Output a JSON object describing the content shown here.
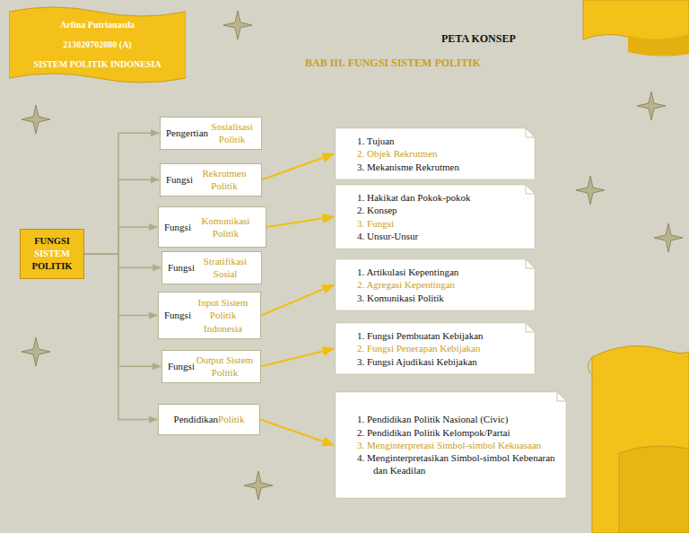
{
  "diagram": {
    "title": "PETA KONSEP",
    "nodes": [
      {
        "text": [
          "Arfina Putrianasda",
          "213020702080 (A)",
          "SISTEM POLITIK INDONESIA"
        ]
      },
      {
        "text": [
          "FUNGSI",
          "SISTEM",
          "POLITIK"
        ]
      },
      {
        "text": [
          "Pengertian",
          "Sosialisasi Politik"
        ]
      },
      {
        "text": [
          "Fungsi",
          "Rekrutmen Politik"
        ]
      },
      {
        "text": [
          "Fungsi",
          "Komunikasi Politik"
        ]
      },
      {
        "text": [
          "Fungsi",
          "Stratifikasi Sosial"
        ]
      },
      {
        "text": [
          "Fungsi",
          "Input Sistem Politik Indonesia"
        ]
      },
      {
        "text": [
          "Fungsi",
          "Output Sistem Politik"
        ]
      },
      {
        "text": [
          "Pendidikan",
          "Politik"
        ]
      },
      {
        "text": [
          "1. Tujuan",
          "2. Objek Rekrutmen",
          "3. Mekanisme Rekrutmen"
        ]
      },
      {
        "text": [
          "1. Hakikat dan Pokok-pokok",
          "2. Konsep",
          "3. Fungsi",
          "4. Unsur-Unsur"
        ]
      },
      {
        "text": [
          "1. Artikulasi Kepentingan",
          "2. Agregasi Kepentingan",
          "3. Komunikasi Politik"
        ]
      },
      {
        "text": [
          "1. Fungsi Pembuatan Kebijakan",
          "2. Fungsi Penerapan Kebijakan",
          "3. Fungsi Ajudikasi Kebijakan"
        ]
      },
      {
        "text": [
          "1. Pendidikan Politik Nasional (Civic)",
          "2. Pendidikan Politik Kelompok/Partai",
          "3. Menginterpretasi Simbol-simbol Kekuasaan",
          "4. Menginterpretasikan Simbol-simbol Kebenaran dan Keadilan"
        ]
      }
    ],
    "edges": [
      {
        "from": 1,
        "to": 2,
        "arrow": "to"
      },
      {
        "from": 1,
        "to": 3,
        "arrow": "to"
      },
      {
        "from": 1,
        "to": 4,
        "arrow": "to"
      },
      {
        "from": 1,
        "to": 5,
        "arrow": "to"
      },
      {
        "from": 1,
        "to": 6,
        "arrow": "to"
      },
      {
        "from": 1,
        "to": 7,
        "arrow": "to"
      },
      {
        "from": 1,
        "to": 8,
        "arrow": "to"
      },
      {
        "from": 3,
        "to": 9,
        "arrow": "to"
      },
      {
        "from": 4,
        "to": 10,
        "arrow": "to"
      },
      {
        "from": 6,
        "to": 11,
        "arrow": "to"
      },
      {
        "from": 7,
        "to": 12,
        "arrow": "to"
      },
      {
        "from": 8,
        "to": 13,
        "arrow": "to"
      }
    ],
    "labels": [
      "BAB III. FUNGSI SISTEM POLITIK"
    ]
  }
}
